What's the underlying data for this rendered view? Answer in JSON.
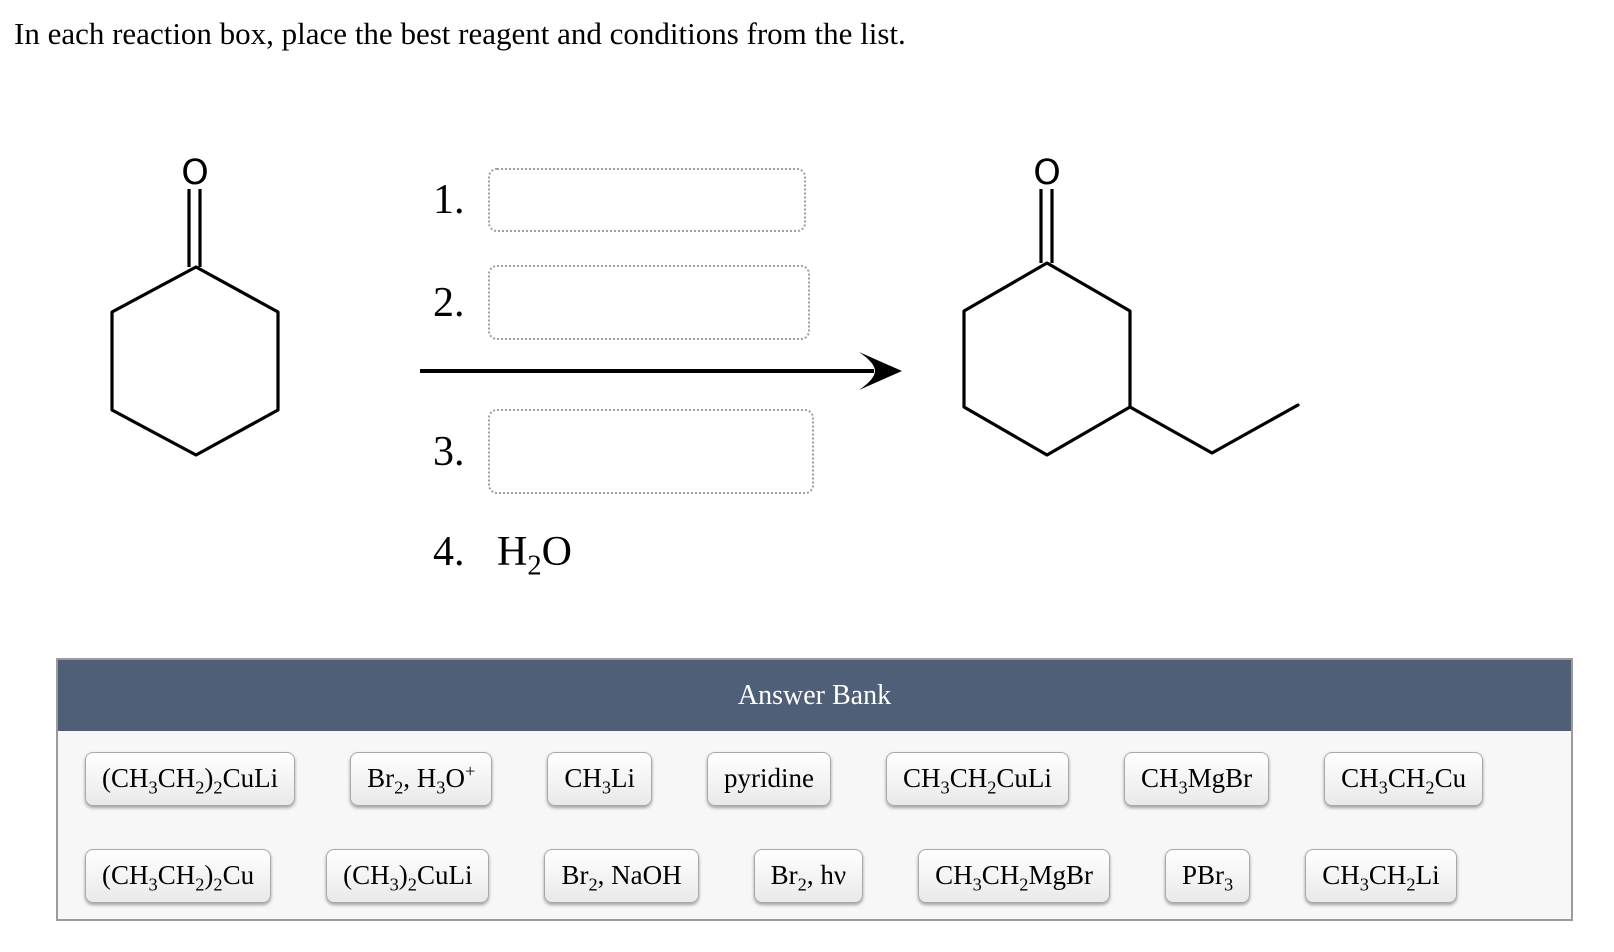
{
  "page": {
    "title": "In each reaction box, place the best reagent and conditions from the list."
  },
  "reaction": {
    "reactant": {
      "name": "cyclohexanone",
      "carbonyl_label": "O"
    },
    "product": {
      "name": "3-ethylcyclohexanone",
      "carbonyl_label": "O"
    },
    "steps": [
      {
        "number": "1.",
        "kind": "dropzone",
        "value": ""
      },
      {
        "number": "2.",
        "kind": "dropzone",
        "value": ""
      },
      {
        "number": "3.",
        "kind": "dropzone",
        "value": ""
      },
      {
        "number": "4.",
        "kind": "text",
        "reagent": "H~2~O"
      }
    ]
  },
  "answer_bank": {
    "title": "Answer Bank",
    "header_color": "#4f5f78",
    "rows": [
      [
        "(CH~3~CH~2~)~2~CuLi",
        "Br~2~, H~3~O^+^",
        "CH~3~Li",
        "pyridine",
        "CH~3~CH~2~CuLi",
        "CH~3~MgBr",
        "CH~3~CH~2~Cu"
      ],
      [
        "(CH~3~CH~2~)~2~Cu",
        "(CH~3~)~2~CuLi",
        "Br~2~, NaOH",
        "Br~2~, hν",
        "CH~3~CH~2~MgBr",
        "PBr~3~",
        "CH~3~CH~2~Li"
      ]
    ]
  }
}
